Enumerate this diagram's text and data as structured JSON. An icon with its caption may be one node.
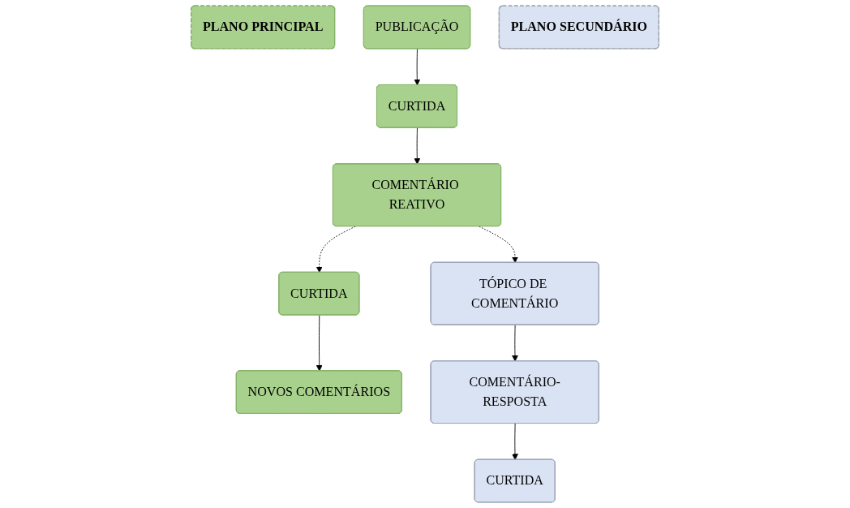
{
  "diagram": {
    "nodes": [
      {
        "text": [
          "PLANO PRINCIPAL"
        ]
      },
      {
        "text": [
          "PUBLICAÇÃO"
        ]
      },
      {
        "text": [
          "CURTIDA"
        ]
      },
      {
        "text": [
          "COMENTÁRIO REATIVO"
        ]
      },
      {
        "text": [
          "CURTIDA"
        ]
      },
      {
        "text": [
          "NOVOS COMENTÁRIOS"
        ]
      },
      {
        "text": [
          "PLANO SECUNDÁRIO"
        ]
      },
      {
        "text": [
          "TÓPICO DE COMENTÁRIO"
        ]
      },
      {
        "text": [
          "COMENTÁRIO-RESPOSTA"
        ]
      },
      {
        "text": [
          "CURTIDA"
        ]
      }
    ],
    "edges": [
      {
        "from": 1,
        "to": 2,
        "arrow": "to"
      },
      {
        "from": 2,
        "to": 3,
        "arrow": "to"
      },
      {
        "from": 3,
        "to": 7,
        "arrow": "to",
        "style": "dashed"
      },
      {
        "from": 3,
        "to": 4,
        "arrow": "to",
        "style": "dashed"
      },
      {
        "from": 4,
        "to": 5,
        "arrow": "to"
      },
      {
        "from": 7,
        "to": 8,
        "arrow": "to"
      },
      {
        "from": 8,
        "to": 9,
        "arrow": "to"
      }
    ]
  }
}
